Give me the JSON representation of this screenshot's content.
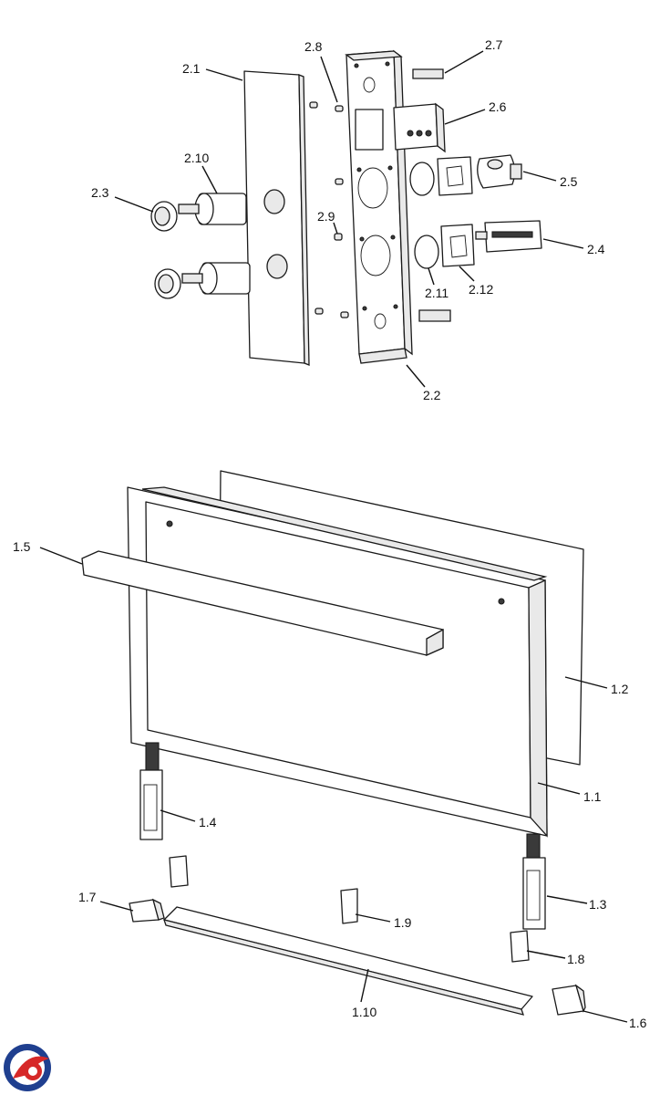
{
  "callouts": [
    {
      "id": "2.1",
      "text": "2.1"
    },
    {
      "id": "2.2",
      "text": "2.2"
    },
    {
      "id": "2.3",
      "text": "2.3"
    },
    {
      "id": "2.4",
      "text": "2.4"
    },
    {
      "id": "2.5",
      "text": "2.5"
    },
    {
      "id": "2.6",
      "text": "2.6"
    },
    {
      "id": "2.7",
      "text": "2.7"
    },
    {
      "id": "2.8",
      "text": "2.8"
    },
    {
      "id": "2.9",
      "text": "2.9"
    },
    {
      "id": "2.10",
      "text": "2.10"
    },
    {
      "id": "2.11",
      "text": "2.11"
    },
    {
      "id": "2.12",
      "text": "2.12"
    },
    {
      "id": "1.1",
      "text": "1.1"
    },
    {
      "id": "1.2",
      "text": "1.2"
    },
    {
      "id": "1.3",
      "text": "1.3"
    },
    {
      "id": "1.4",
      "text": "1.4"
    },
    {
      "id": "1.5",
      "text": "1.5"
    },
    {
      "id": "1.6",
      "text": "1.6"
    },
    {
      "id": "1.7",
      "text": "1.7"
    },
    {
      "id": "1.8",
      "text": "1.8"
    },
    {
      "id": "1.9",
      "text": "1.9"
    },
    {
      "id": "1.10",
      "text": "1.10"
    }
  ],
  "logo": {
    "colors": [
      "#1f3f8f",
      "#d62828"
    ]
  }
}
